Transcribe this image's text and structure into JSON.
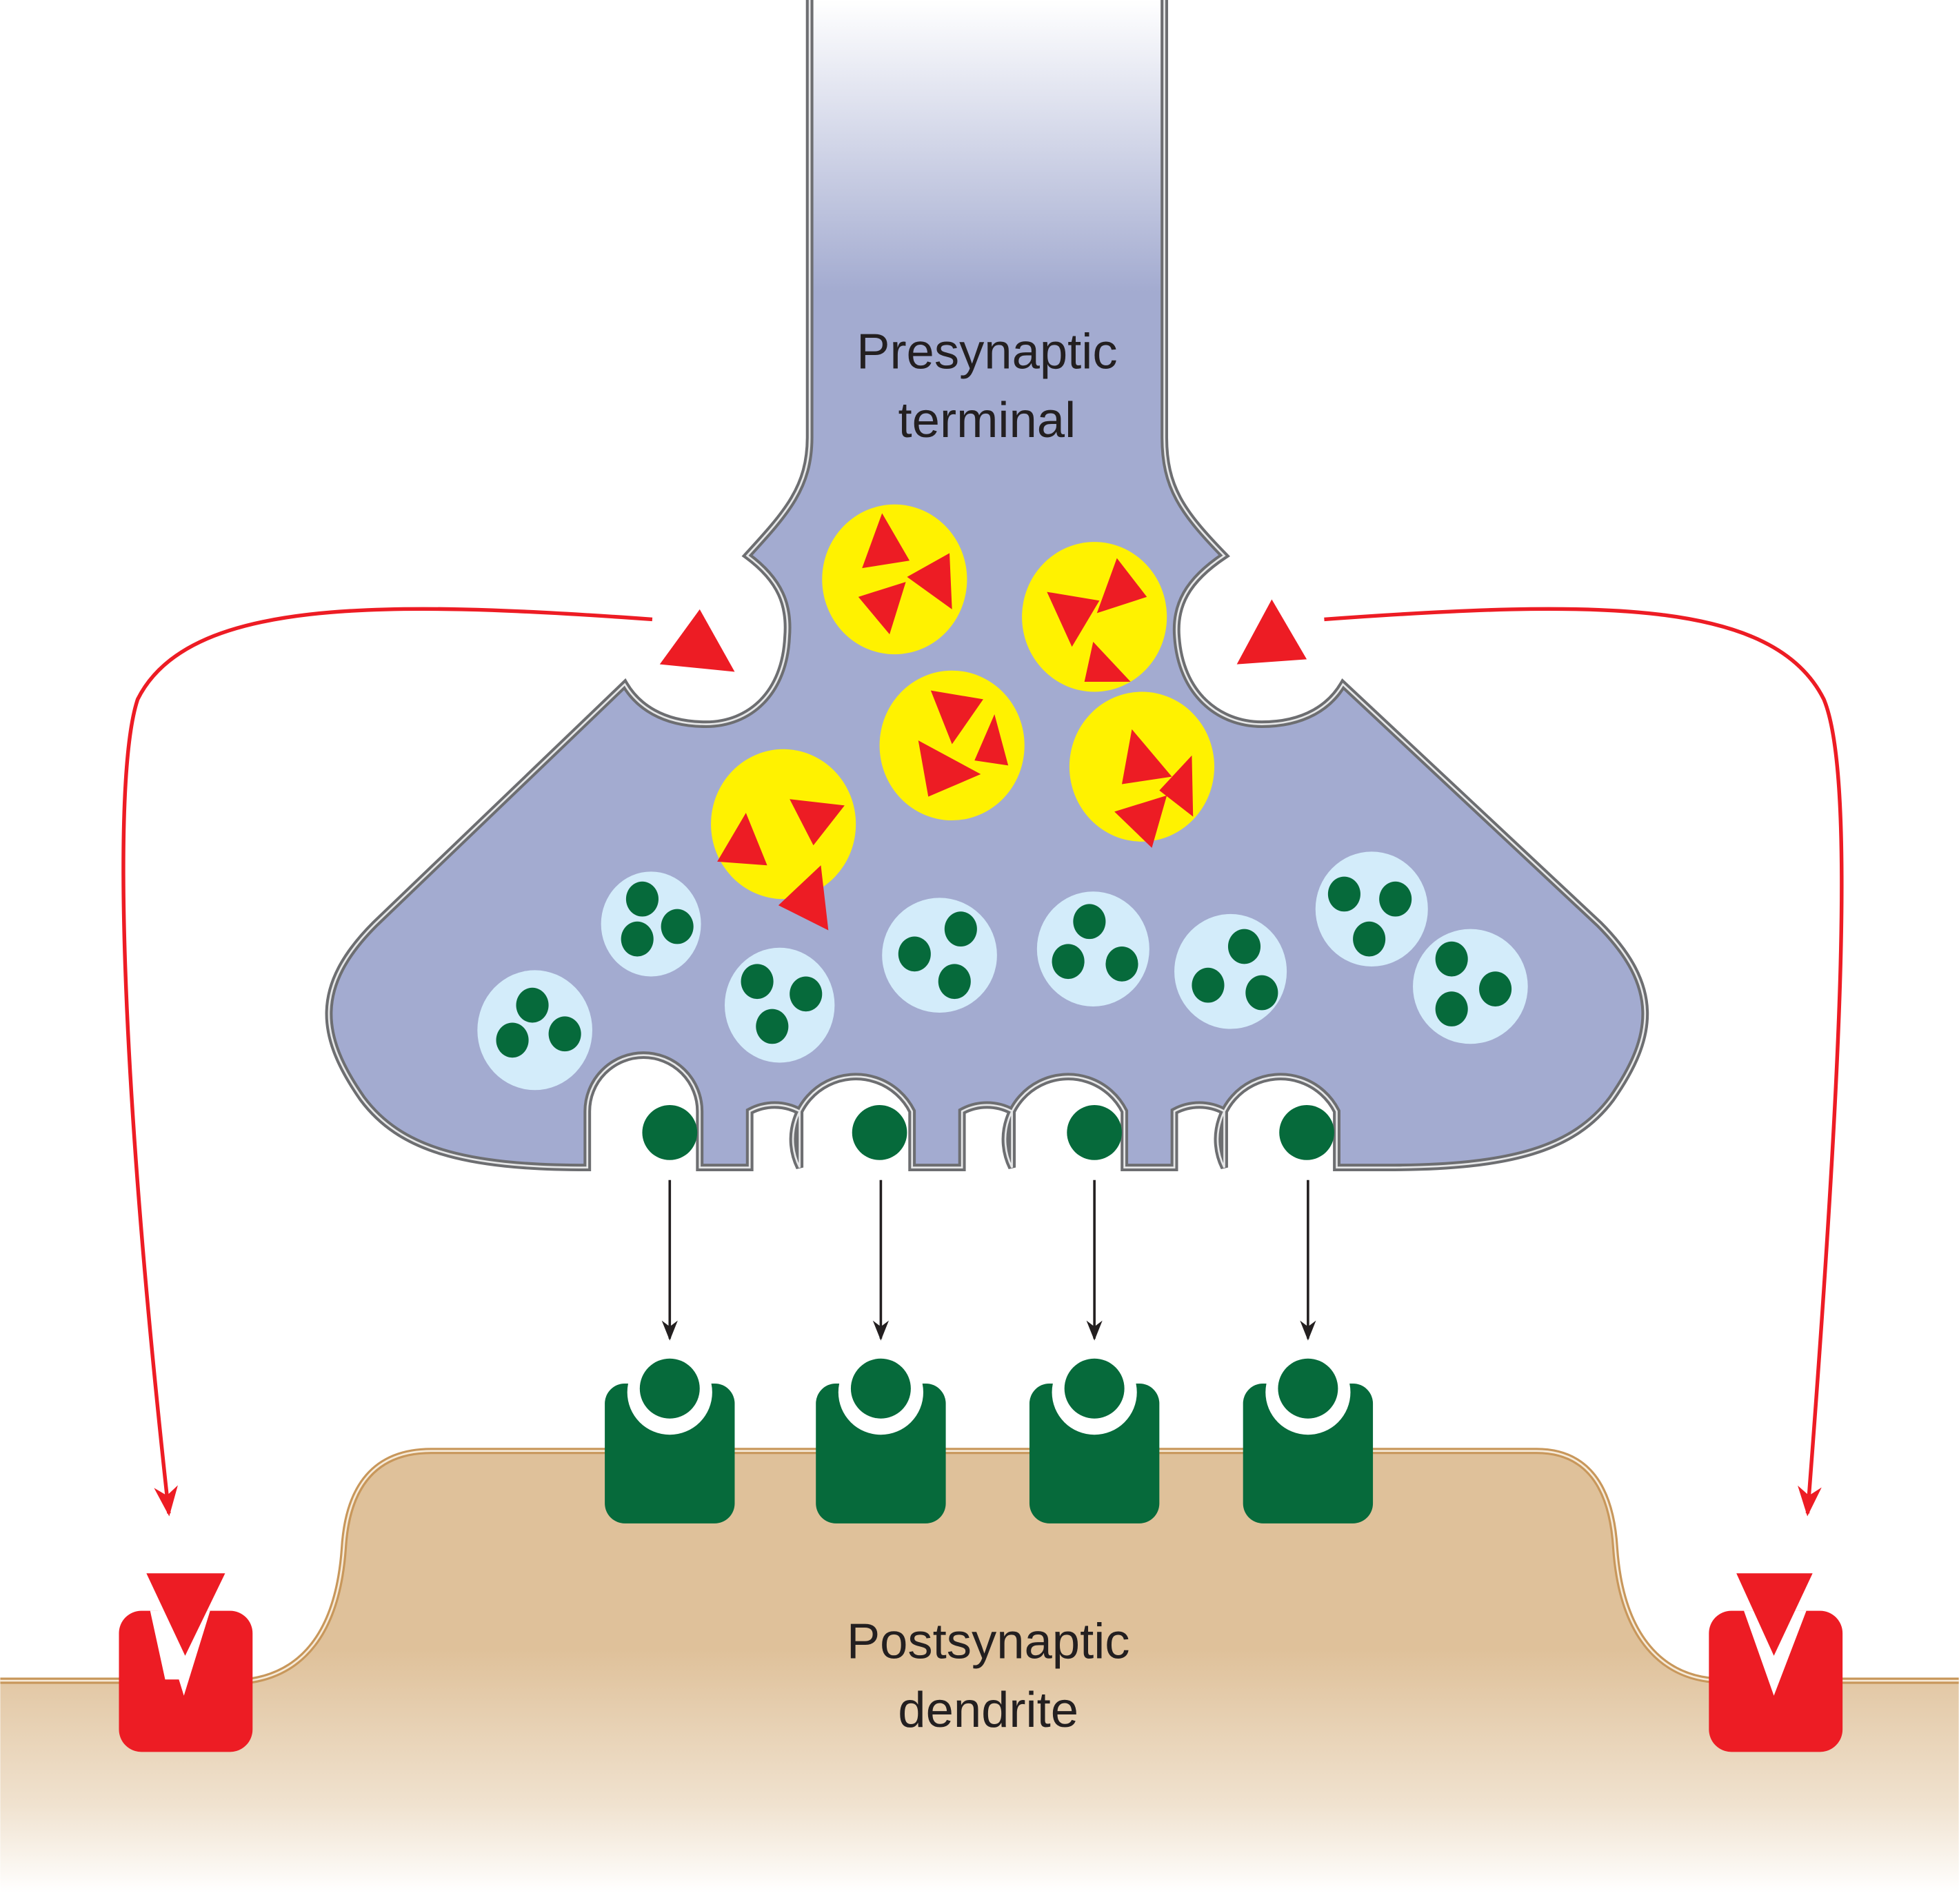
{
  "diagram": {
    "title": "Synapse with neurotransmitter release and retrograde signaling",
    "labels": {
      "presynaptic_line1": "Presynaptic",
      "presynaptic_line2": "terminal",
      "postsynaptic_line1": "Postsynaptic",
      "postsynaptic_line2": "dendrite"
    },
    "colors": {
      "presynaptic_fill": "#a3abd0",
      "membrane": "#6d6e71",
      "dendrite_fill": "#dfc19a",
      "dendrite_membrane": "#c8975b",
      "large_vesicle": "#fff200",
      "peptide_triangle": "#ed1c24",
      "small_vesicle": "#d3ecfa",
      "transmitter": "#066a3b",
      "receptor_green": "#066a3b",
      "receptor_red": "#ed1c24",
      "arrow_black": "#231f20",
      "arrow_red": "#ed1c24"
    },
    "counts": {
      "large_dense_core_vesicles": 5,
      "small_clear_vesicles": 8,
      "released_transmitters": 4,
      "green_receptors": 4,
      "red_receptors": 2,
      "released_peptides": 2
    }
  }
}
